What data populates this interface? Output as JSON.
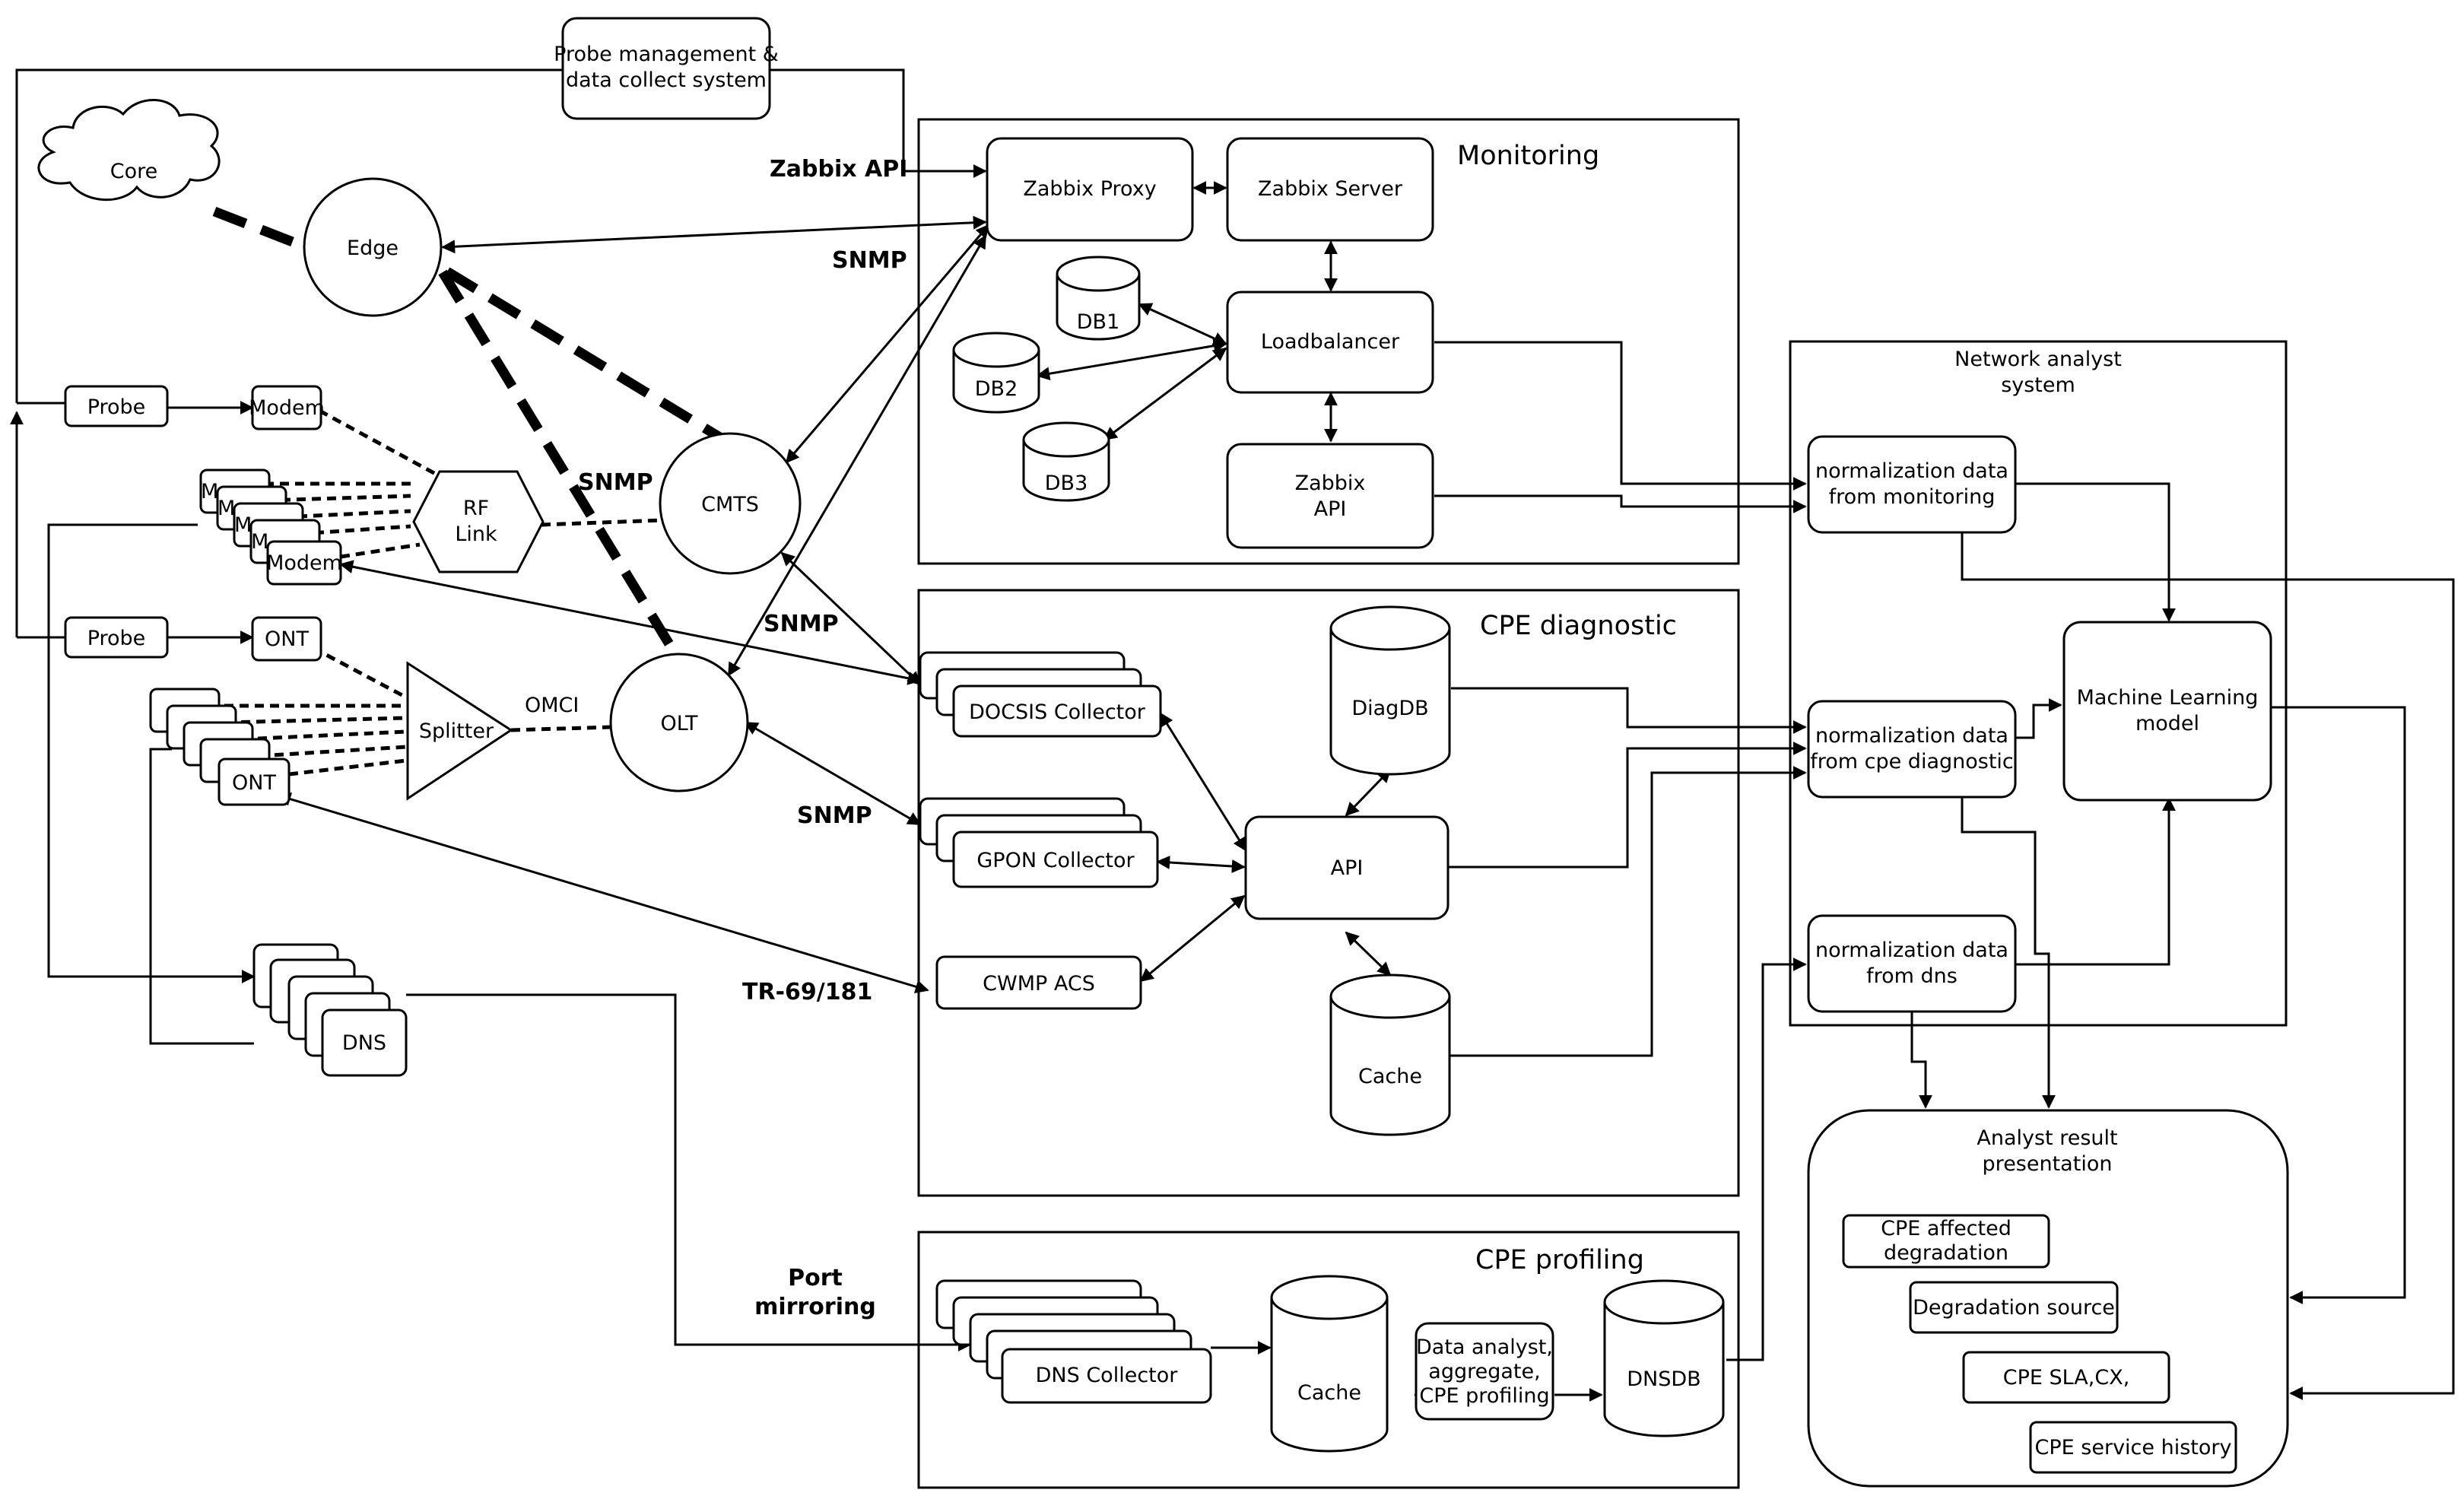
{
  "nodes": {
    "probe_mgmt": [
      "Probe management &",
      "data collect system"
    ],
    "core": "Core",
    "edge": "Edge",
    "cmts": "CMTS",
    "olt": "OLT",
    "rf_link": [
      "RF",
      "Link"
    ],
    "splitter": "Splitter",
    "probe_top": "Probe",
    "probe_bottom": "Probe",
    "modem_top": "Modem",
    "modem_stack_front": "Modem",
    "modem_stack_back": "M",
    "ont_top": "ONT",
    "ont_stack_front": "ONT",
    "dns": "DNS",
    "zabbix_proxy": "Zabbix Proxy",
    "zabbix_server": "Zabbix Server",
    "loadbalancer": "Loadbalancer",
    "zabbix_api": [
      "Zabbix",
      "API"
    ],
    "db1": "DB1",
    "db2": "DB2",
    "db3": "DB3",
    "docsis_collector": "DOCSIS Collector",
    "gpon_collector": "GPON Collector",
    "cwmp_acs": "CWMP ACS",
    "api": "API",
    "diagdb": "DiagDB",
    "cache_diag": "Cache",
    "dns_collector": "DNS Collector",
    "cache_profiling": "Cache",
    "data_analyst": [
      "Data analyst,",
      "aggregate,",
      "CPE profiling"
    ],
    "dnsdb": "DNSDB",
    "norm_monitoring": [
      "normalization data",
      "from monitoring"
    ],
    "norm_cpe": [
      "normalization data",
      "from cpe diagnostic"
    ],
    "norm_dns": [
      "normalization data",
      "from dns"
    ],
    "ml_model": [
      "Machine Learning",
      "model"
    ],
    "cpe_affected": [
      "CPE affected",
      "degradation"
    ],
    "degradation_source": "Degradation source",
    "cpe_sla": "CPE SLA,CX,",
    "cpe_history": "CPE service history"
  },
  "groups": {
    "monitoring": "Monitoring",
    "cpe_diagnostic": "CPE diagnostic",
    "cpe_profiling": "CPE profiling",
    "network_analyst": [
      "Network analyst",
      "system"
    ],
    "analyst_result": [
      "Analyst result",
      "presentation"
    ]
  },
  "edge_labels": {
    "zabbix_api": "Zabbix API",
    "snmp_1": "SNMP",
    "snmp_2": "SNMP",
    "snmp_3": "SNMP",
    "snmp_4": "SNMP",
    "omci": "OMCI",
    "tr69": "TR-69/181",
    "port_mirroring": [
      "Port",
      "mirroring"
    ]
  }
}
